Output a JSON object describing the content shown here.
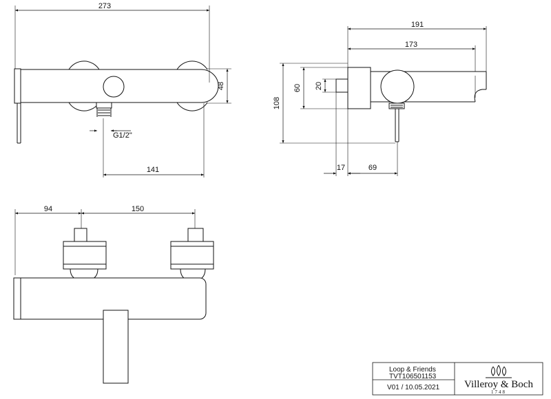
{
  "dimensions": {
    "overall_width": "273",
    "body_height": "48",
    "connection_thread": "G1/2\"",
    "outlet_offset": "141",
    "side_total_depth": "191",
    "side_spout_depth": "173",
    "side_height_60": "60",
    "side_height_20": "20",
    "side_total_height": "108",
    "side_wall_17": "17",
    "side_69": "69",
    "inlet_offset_94": "94",
    "inlet_spacing_150": "150"
  },
  "title_block": {
    "product_name": "Loop & Friends",
    "article_number": "TVT106501153",
    "version_date": "V01 / 10.05.2021",
    "brand_name": "Villeroy & Boch",
    "brand_year": "1748"
  },
  "icons": {
    "logo": "villeroy-boch-logo-icon"
  }
}
